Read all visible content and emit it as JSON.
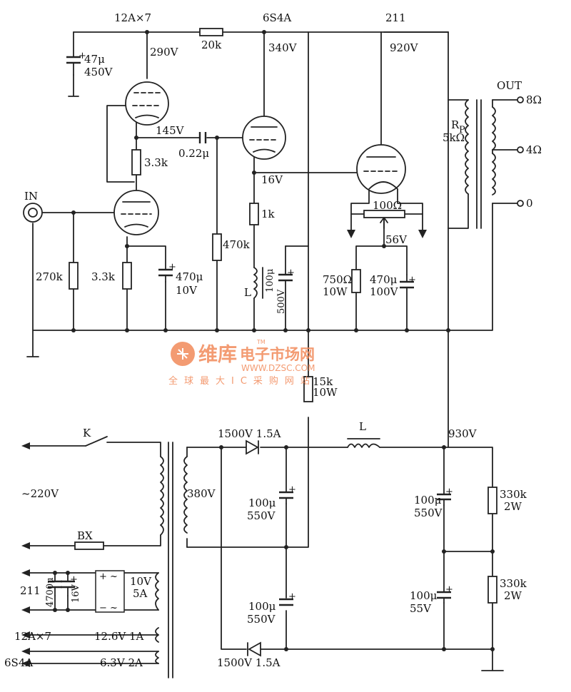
{
  "tubes": {
    "v1_name": "12A×7",
    "v2_name": "6S4A",
    "v3_name": "211"
  },
  "voltages": {
    "v1_plate": "290V",
    "v2_plate": "340V",
    "v3_plate": "920V",
    "coupling": "145V",
    "v2_cathode": "16V",
    "v3_cathode": "56V",
    "supply": "930V"
  },
  "components": {
    "r20k": "20k",
    "c_decouple_a": "47μ",
    "c_decouple_b": "450V",
    "r33k_a": "3.3k",
    "r33k_b": "3.3k",
    "c022": "0.22μ",
    "r270k": "270k",
    "c470_a": "470μ",
    "c470_b": "10V",
    "r470k": "470k",
    "r1k": "1k",
    "l_choke": "L",
    "c100_500_a": "100μ",
    "c100_500_b": "500V",
    "pot100": "100Ω",
    "r750_a": "750Ω",
    "r750_b": "10W",
    "c470_100_a": "470μ",
    "c470_100_b": "100V",
    "rp_a": "R",
    "rp_sub": "P",
    "rp_b": "5kΩ",
    "r15k_a": "15k",
    "r15k_b": "10W",
    "l_filter": "L",
    "d_top": "1500V 1.5A",
    "d_bot": "1500V 1.5A",
    "c_ps1_a": "100μ",
    "c_ps1_b": "550V",
    "c_ps2_a": "100μ",
    "c_ps2_b": "550V",
    "c_ps3_a": "100μ",
    "c_ps3_b": "550V",
    "c_ps4_a": "100μ",
    "c_ps4_b": "55V",
    "r330k_a": "330k",
    "r330k_b": "2W",
    "r330k2_a": "330k",
    "r330k2_b": "2W",
    "c4700_a": "4700μ",
    "c4700_b": "16V"
  },
  "io": {
    "in": "IN",
    "out": "OUT",
    "tap8": "8Ω",
    "tap4": "4Ω",
    "tap0": "0"
  },
  "mains": {
    "switch": "K",
    "ac": "~220V",
    "fuse": "BX",
    "secondary": "380V",
    "fil1_a": "10V",
    "fil1_b": "5A",
    "fil2": "12.6V 1A",
    "fil3": "6.3V 2A",
    "tag_211": "211",
    "tag_12ax7": "12A×7",
    "tag_6s4a": "6S4A"
  },
  "watermark": {
    "brand": "维库",
    "sub": "电子市场网",
    "url": "WWW.DZSC.COM",
    "tagline": "全球最大IC采购网站",
    "tm": "TM"
  }
}
